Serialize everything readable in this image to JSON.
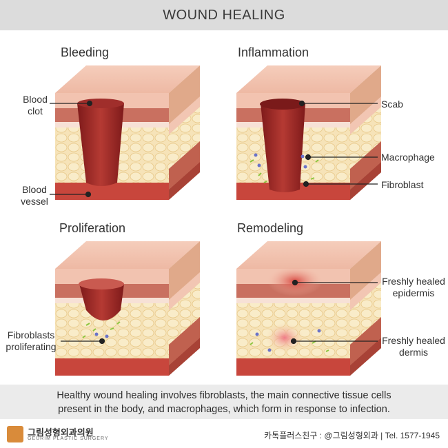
{
  "header": {
    "title": "WOUND HEALING"
  },
  "panels": {
    "bleeding": {
      "title": "Bleeding",
      "labels": {
        "blood_clot": "Blood\nclot",
        "blood_vessel": "Blood\nvessel"
      }
    },
    "inflammation": {
      "title": "Inflammation",
      "labels": {
        "scab": "Scab",
        "macrophage": "Macrophage",
        "fibroblast": "Fibroblast"
      }
    },
    "proliferation": {
      "title": "Proliferation",
      "labels": {
        "fibroblasts_proliferating": "Fibroblasts\nproliferating"
      }
    },
    "remodeling": {
      "title": "Remodeling",
      "labels": {
        "healed_epidermis": "Freshly healed\nepidermis",
        "healed_dermis": "Freshly healed\ndermis"
      }
    }
  },
  "caption": {
    "line1": "Healthy wound healing involves fibroblasts, the main connective tissue cells",
    "line2": "present in the body,  and macrophages, which form in response to infection."
  },
  "footer": {
    "logo_name": "그림성형외과의원",
    "logo_sub": "GEURIM PLASTIC SURGERY",
    "contact": "카톡플러스친구 : @그림성형외과  |  Tel. 1577-1945"
  },
  "colors": {
    "skin_top": "#f2c3b0",
    "epidermis": "#e7a08e",
    "dermis": "#c0614f",
    "fat": "#f6e3b8",
    "vessel": "#c8463c",
    "clot": "#8f1f1e",
    "fibroblast": "#8cc63f",
    "macrophage": "#6a73c8"
  }
}
